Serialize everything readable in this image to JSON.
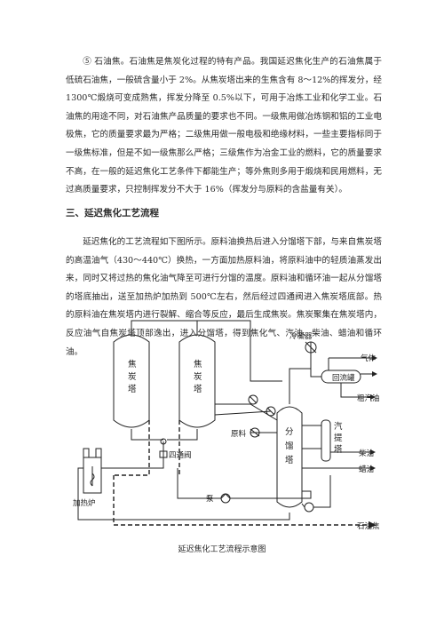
{
  "paragraphs": {
    "p1": "⑤ 石油焦。石油焦是焦炭化过程的特有产品。我国延迟焦化生产的石油焦属于低硫石油焦，一般硫含量小于 2%。从焦炭塔出来的生焦含有 8～12%的挥发分，经 1300℃煅烧可变成熟焦，挥发分降至 0.5%以下，可用于冶炼工业和化学工业。石油焦的用途不同，对石油焦产品质量的要求也不同。一级焦用做冶炼钢和铝的工业电极焦，它的质量要求最为严格；二级焦用做一般电极和绝缘材料，一些主要指标同于一级焦标准，但是不如一级焦那么严格；三级焦作为冶金工业的燃料，它的质量要求不高，在一般的延迟焦化工艺条件下都能生产；等外焦则多用于煅烧和民用燃料，无过高质量要求，只控制挥发分不大于 16%（挥发分与原料的含盐量有关）。",
    "heading": "三、延迟焦化工艺流程",
    "p2": "延迟焦化的工艺流程如下图所示。原料油换热后进入分馏塔下部，与来自焦炭塔的高温油气（430～440℃）换热，一方面加热原料油，将原料油中的轻质油蒸发出来，同时又将过热的焦化油气降至可进行分馏的温度。原料油和循环油一起从分馏塔的塔底抽出，送至加热炉加热到 500℃左右，然后经过四通阀进入焦炭塔底部。热的原料油在焦炭塔内进行裂解、缩合等反应，最后生成焦炭。焦炭聚集在焦炭塔内，反应油气自焦炭塔顶部逸出，进入分馏塔，得到焦化气、汽油、柴油、蜡油和循环油。"
  },
  "diagram": {
    "coke_drum_1": [
      "焦",
      "炭",
      "塔"
    ],
    "coke_drum_2": [
      "焦",
      "炭",
      "塔"
    ],
    "fractionator": [
      "分",
      "馏",
      "塔"
    ],
    "stripper": [
      "汽",
      "提",
      "塔"
    ],
    "condenser": "冷凝器",
    "reflux_drum": "回流罐",
    "four_way_valve": "四通阀",
    "furnace": "加热炉",
    "pump": "泵",
    "feed": "原料",
    "products": {
      "gas": "气体",
      "crude_gasoline": "粗汽油",
      "diesel": "柴油",
      "wax_oil": "蜡油",
      "petroleum_coke": "石油焦"
    }
  },
  "caption": "延迟焦化工艺流程示意图"
}
